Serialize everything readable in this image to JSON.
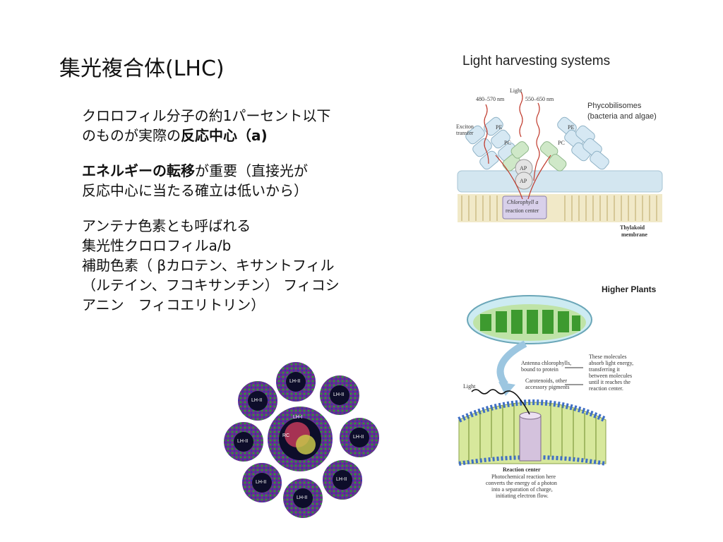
{
  "slide": {
    "title": "集光複合体(LHC)",
    "para1": {
      "line1": "クロロフィル分子の約1パーセント以下",
      "line2_a": "のものが実際の",
      "line2_b": "反応中心",
      "line2_c": "（a)"
    },
    "para2": {
      "line1_b": "エネルギーの転移",
      "line1_c": "が重要（直接光が",
      "line2": "反応中心に当たる確立は低いから）"
    },
    "para3": {
      "line1": "アンテナ色素とも呼ばれる",
      "line2": "集光性クロロフィルa/b",
      "line3": "補助色素（ βカロテン、キサントフィル",
      "line4": "（ルテイン、フコキサンチン） フィコシ",
      "line5": "アニン　フィコエリトリン）"
    }
  },
  "figure_top": {
    "heading": "Light harvesting systems",
    "label_light": "Light",
    "label_480": "480–570 nm",
    "label_550": "550–650 nm",
    "label_exciton": "Exciton",
    "label_transfer": "transfer",
    "label_phyco": "Phycobilisomes",
    "label_phyco2": "(bacteria and algae)",
    "label_pe": "PE",
    "label_pc": "PC",
    "label_ap": "AP",
    "label_chl1": "Chlorophyll a",
    "label_chl2": "reaction center",
    "label_thyl1": "Thylakoid",
    "label_thyl2": "membrane"
  },
  "figure_bottom": {
    "heading": "Higher Plants",
    "label_light": "Light",
    "label_ant1": "Antenna chlorophylls,",
    "label_ant2": "bound to protein",
    "label_car1": "Carotenoids, other",
    "label_car2": "accessory pigments",
    "label_mol1": "These molecules",
    "label_mol2": "absorb light energy,",
    "label_mol3": "transferring it",
    "label_mol4": "between molecules",
    "label_mol5": "until it reaches the",
    "label_mol6": "reaction center.",
    "label_rc": "Reaction center",
    "label_rc1": "Photochemical reaction here",
    "label_rc2": "converts the energy of a photon",
    "label_rc3": "into a separation of charge,",
    "label_rc4": "initiating electron flow."
  },
  "figure_lh": {
    "label_lh1": "LH-I",
    "label_lh2": "LH-II",
    "label_rc": "RC"
  }
}
